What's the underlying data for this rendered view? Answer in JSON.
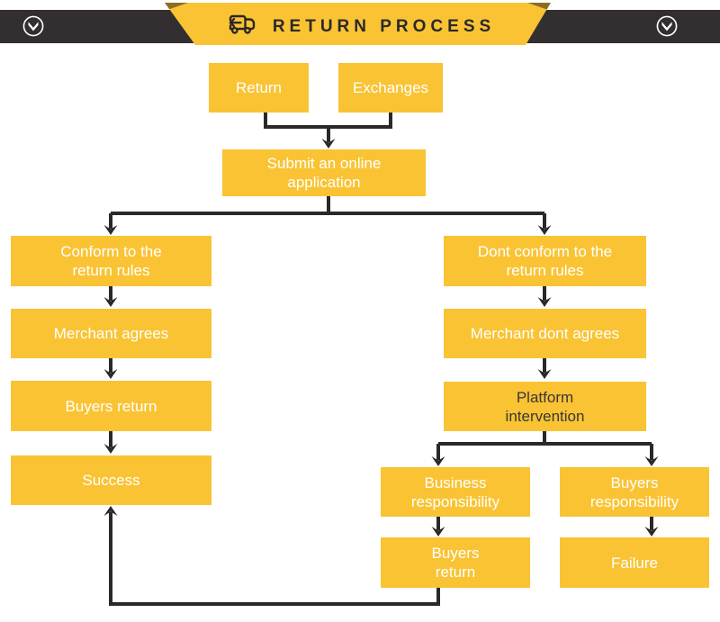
{
  "header": {
    "title": "RETURN PROCESS",
    "icons": {
      "truck": "return-truck-icon",
      "left_scroll": "chevron-down-circle-icon",
      "right_scroll": "chevron-down-circle-icon"
    }
  },
  "colors": {
    "accent_yellow": "#F9C334",
    "bar_dark": "#332F30",
    "line_dark": "#2B2829",
    "ribbon_fold": "#8C6D1F",
    "box_text_light": "#FFFFFF",
    "box_text_dark": "#3A3636"
  },
  "flowchart": {
    "nodes": {
      "return": {
        "label": "Return"
      },
      "exchanges": {
        "label": "Exchanges"
      },
      "submit": {
        "line1": "Submit an online",
        "line2": "application"
      },
      "conform": {
        "line1": "Conform to the",
        "line2": "return rules"
      },
      "merchant_agrees": {
        "label": "Merchant agrees"
      },
      "buyers_return_left": {
        "label": "Buyers return"
      },
      "success": {
        "label": "Success"
      },
      "dont_conform": {
        "line1": "Dont conform to the",
        "line2": "return rules"
      },
      "merchant_dont_agrees": {
        "label": "Merchant dont agrees"
      },
      "platform": {
        "line1": "Platform",
        "line2": "intervention"
      },
      "business_responsibility": {
        "line1": "Business",
        "line2": "responsibility"
      },
      "buyers_responsibility": {
        "line1": "Buyers",
        "line2": "responsibility"
      },
      "buyers_return_mid": {
        "line1": "Buyers",
        "line2": "return"
      },
      "failure": {
        "label": "Failure"
      }
    }
  }
}
